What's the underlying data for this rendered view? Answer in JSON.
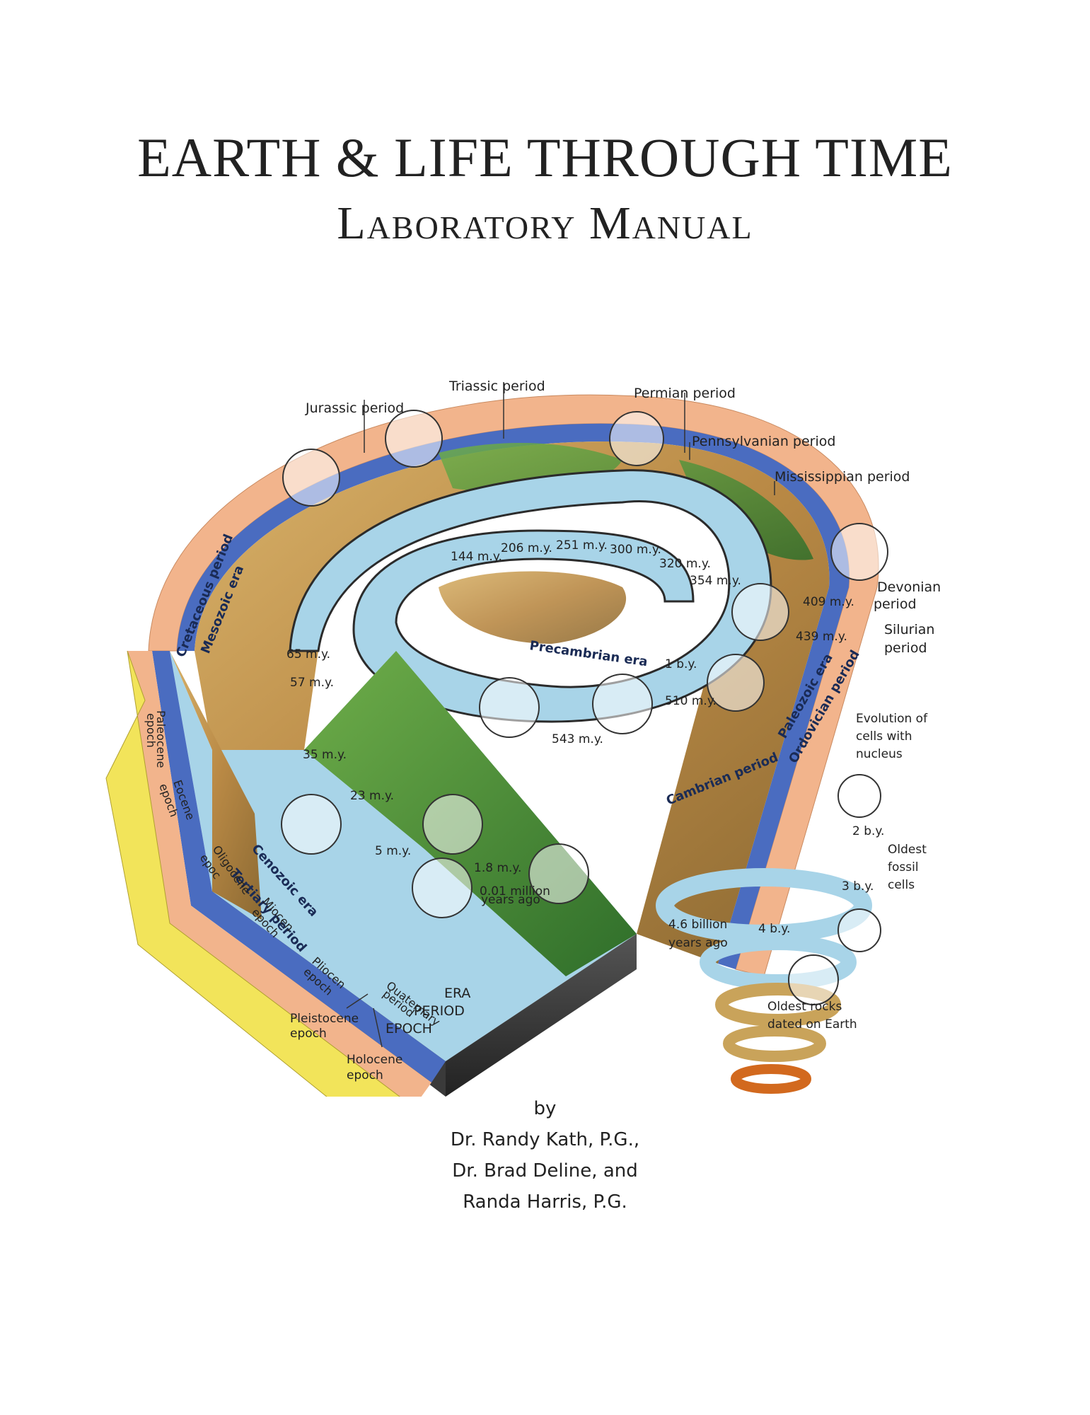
{
  "document": {
    "title": "EARTH & LIFE THROUGH TIME",
    "subtitle": "Laboratory Manual",
    "byline": "by",
    "authors": [
      "Dr. Randy Kath, P.G.,",
      "Dr. Brad Deline, and",
      "Randa Harris, P.G."
    ]
  },
  "diagram": {
    "periods": {
      "triassic": "Triassic period",
      "jurassic": "Jurassic period",
      "permian": "Permian period",
      "pennsylvanian": "Pennsylvanian period",
      "mississippian": "Mississippian period",
      "devonian": [
        "Devonian",
        "period"
      ],
      "silurian": [
        "Silurian",
        "period"
      ],
      "cretaceous": "Cretaceous period",
      "ordovician": "Ordovician period",
      "cambrian": "Cambrian period",
      "tertiary": "Tertiary period",
      "quaternary": [
        "Quaternary",
        "period"
      ]
    },
    "eras": {
      "mesozoic": "Mesozoic era",
      "paleozoic": "Paleozoic era",
      "cenozoic": "Cenozoic era",
      "precambrian": "Precambrian era"
    },
    "epochs": {
      "paleocene": [
        "Paleocene",
        "epoch"
      ],
      "eocene": [
        "Eocene",
        "epoch"
      ],
      "oligocene": [
        "Oligocene",
        "epoc"
      ],
      "miocene": [
        "Miocen",
        "epoch"
      ],
      "pliocene": [
        "Pliocen",
        "epoch"
      ],
      "pleistocene": [
        "Pleistocene",
        "epoch"
      ],
      "holocene": [
        "Holocene",
        "epoch"
      ]
    },
    "ages": {
      "m144": "144 m.y.",
      "m206": "206 m.y.",
      "m251": "251 m.y.",
      "m300": "300 m.y.",
      "m320": "320 m.y.",
      "m354": "354 m.y.",
      "m409": "409 m.y.",
      "m439": "439 m.y.",
      "b1": "1 b.y.",
      "m510": "510 m.y.",
      "m543": "543 m.y.",
      "m65": "65 m.y.",
      "m57": "57 m.y.",
      "m35": "35 m.y.",
      "m23": "23 m.y.",
      "m5": "5 m.y.",
      "m18": "1.8 m.y.",
      "m001": [
        "0.01 million",
        "years ago"
      ],
      "b2": "2 b.y.",
      "b3": "3 b.y.",
      "b4": "4 b.y."
    },
    "notes": {
      "evolution": [
        "Evolution of",
        "cells with",
        "nucleus"
      ],
      "oldest_fossil": [
        "Oldest",
        "fossil",
        "cells"
      ],
      "origin": [
        "4.6 billion",
        "years ago"
      ],
      "oldest_rocks": [
        "Oldest rocks",
        "dated on Earth"
      ]
    },
    "key": {
      "era": "ERA",
      "period": "PERIOD",
      "epoch": "EPOCH"
    },
    "colors": {
      "outer_band": "#f2b48c",
      "era_band": "#4a6cc0",
      "sea": "#a8d4e8",
      "land": "#c9a35a",
      "forest": "#4e8a3a",
      "epoch_band": "#f2e45a",
      "block_side": "#3a3a3a"
    }
  }
}
